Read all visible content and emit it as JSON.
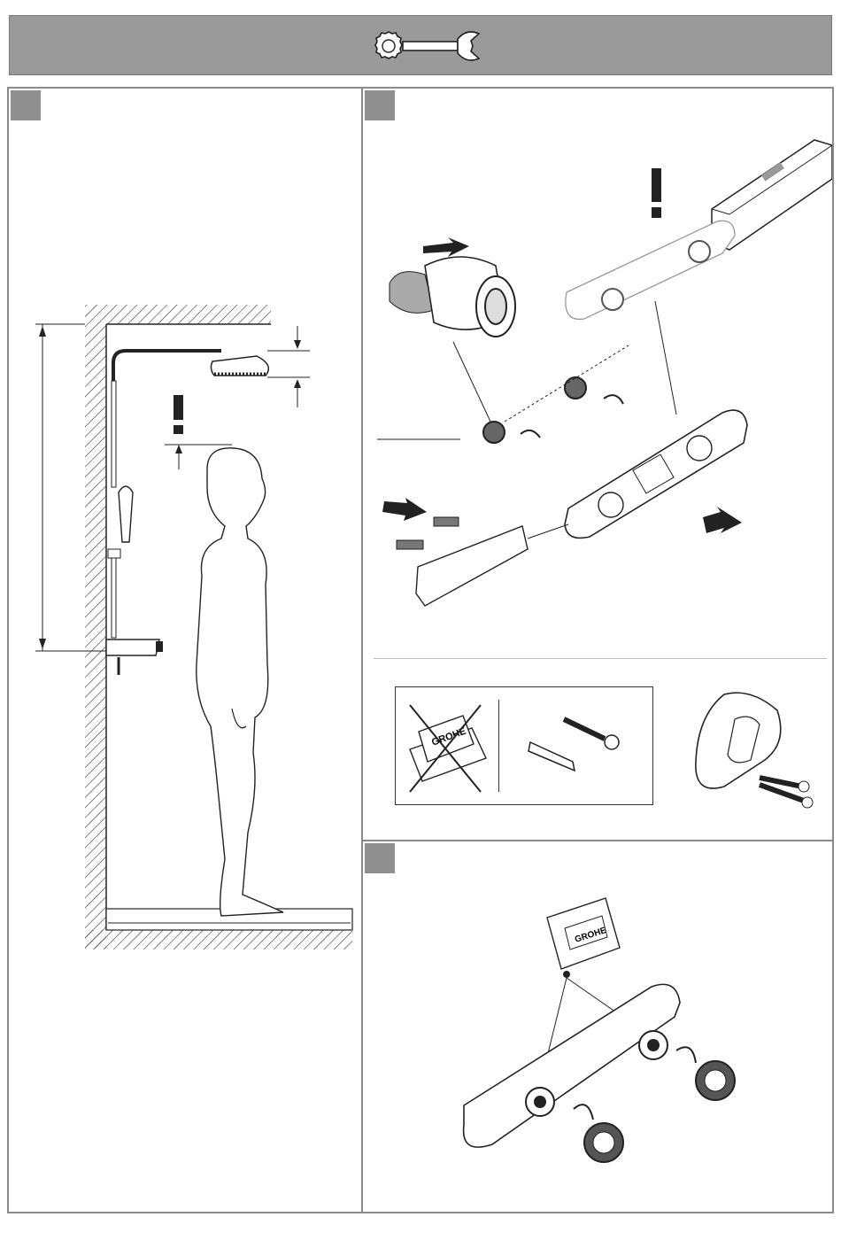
{
  "header": {
    "icon": "wrench-icon",
    "background": "#9a9a9a"
  },
  "steps": [
    {
      "id": "step-1",
      "marker_color": "#8f8f8f"
    },
    {
      "id": "step-2",
      "marker_color": "#8f8f8f"
    },
    {
      "id": "step-3",
      "marker_color": "#8f8f8f"
    }
  ],
  "packet": {
    "brand": "GROHE"
  }
}
